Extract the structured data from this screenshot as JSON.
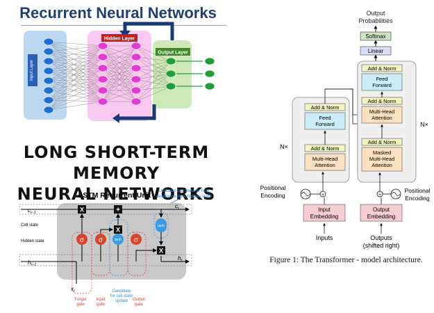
{
  "rnn": {
    "title": "Recurrent Neural Networks",
    "input_layer": "Input Layer",
    "hidden_layer": "Hidden Layer",
    "output_layer": "Output Layer",
    "colors": {
      "input_panel": "#bcd7f0",
      "hidden_panel": "#f8c8ee",
      "output_panel": "#cfe8b8",
      "input_node": "#1f6fd1",
      "hidden_node": "#e23bd2",
      "output_node": "#1f9e3a",
      "arrow": "#173a7a"
    }
  },
  "lstm": {
    "heading_line1": "LONG SHORT-TERM MEMORY",
    "heading_line2": "NEURAL NETWORKS",
    "unit_title": "LSTM Recurrent Unit",
    "annotation": [
      "Updated cell state to help",
      "determine new hidden state"
    ],
    "cell_state_label": "Cell state",
    "hidden_state_label": "Hidden state",
    "c_prev": "c_{t-1}",
    "c_t": "c_t",
    "h_prev": "h_{t-1}",
    "h_t": "h_t",
    "x_t": "x_t",
    "sigma": "σ",
    "tanh": "tanh",
    "times": "X",
    "plus": "+",
    "forget_gate": [
      "Forget",
      "gate"
    ],
    "input_gate": [
      "Input",
      "gate"
    ],
    "candidate": [
      "Candidate",
      "for cell state",
      "update"
    ],
    "output_gate": [
      "Output",
      "gate"
    ]
  },
  "transformer": {
    "output_probabilities": [
      "Output",
      "Probabilities"
    ],
    "softmax": "Softmax",
    "linear": "Linear",
    "add_norm": "Add & Norm",
    "feed_forward": [
      "Feed",
      "Forward"
    ],
    "multi_head_attention": [
      "Multi-Head",
      "Attention"
    ],
    "masked_multi_head_attention": [
      "Masked",
      "Multi-Head",
      "Attention"
    ],
    "nx": "N×",
    "positional_encoding": [
      "Positional",
      "Encoding"
    ],
    "input_embedding": [
      "Input",
      "Embedding"
    ],
    "output_embedding": [
      "Output",
      "Embedding"
    ],
    "inputs": "Inputs",
    "outputs": [
      "Outputs",
      "(shifted right)"
    ],
    "caption": "Figure 1: The Transformer - model architecture."
  }
}
